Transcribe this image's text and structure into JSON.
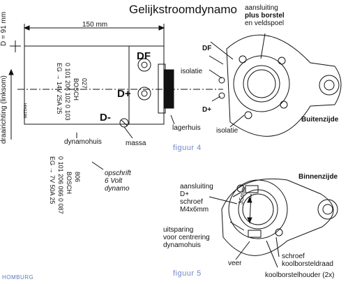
{
  "title": "Gelijkstroomdynamo",
  "left_dimension": "D = 91 mm",
  "width_dimension": "150 mm",
  "rotation_label": "draairichting (linksom)",
  "terminals": {
    "df": "DF",
    "d_plus": "D+",
    "d_minus": "D-"
  },
  "nameplate_1": {
    "line1": "027",
    "line2": "BOSCH",
    "line3": "0 101 206 102 0 103",
    "line4": "EG → 14V 25A 25"
  },
  "nameplate_2": {
    "line1": "806",
    "line2": "BOSCH",
    "line3": "0 101 206 066 0 087",
    "line4": "EG → 7V 50A 25"
  },
  "small_code": "HH1196",
  "labels": {
    "dynamohuis": "dynamohuis",
    "massa": "massa",
    "lagerhuis": "lagerhuis",
    "opschrift": [
      "opschrift",
      "6 Volt",
      "dynamo"
    ]
  },
  "figure4": {
    "caption": "figuur 4",
    "side": "Buitenzijde",
    "aansluiting": [
      "aansluiting",
      "plus borstel",
      "en veldspoel"
    ],
    "df": "DF",
    "isolatie_1": "isolatie",
    "isolatie_2": "isolatie",
    "d_plus": "D+"
  },
  "figure5": {
    "caption": "figuur 5",
    "side": "Binnenzijde",
    "aansluiting": [
      "aansluiting",
      "D+",
      "schroef",
      "M4x6mm"
    ],
    "uitsparing": [
      "uitsparing",
      "voor centrering",
      "dynamohuis"
    ],
    "dimension": "35mm",
    "veer": "veer",
    "schroef": [
      "schroef",
      "koolborsteldraad"
    ],
    "houder": "koolborstelhouder (2x)"
  },
  "footer": "HOMBURG"
}
